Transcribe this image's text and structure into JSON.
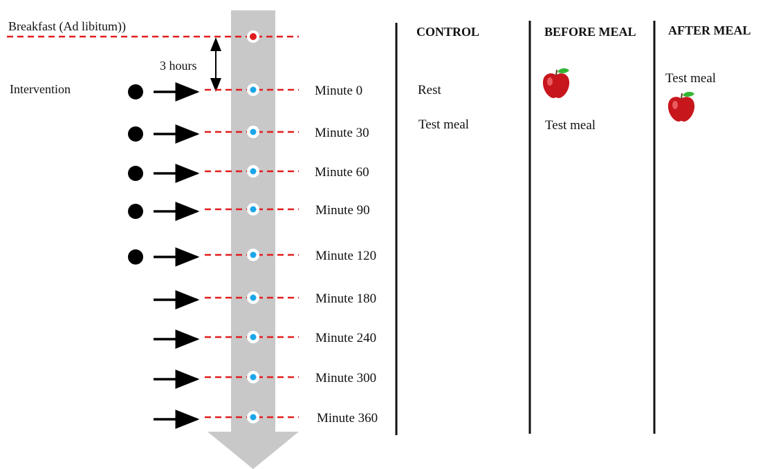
{
  "breakfast_label": "Breakfast (Ad libitum))",
  "gap_label": "3 hours",
  "intervention_label": "Intervention",
  "timepoints": [
    {
      "label": "Minute 0",
      "dot": true
    },
    {
      "label": "Minute 30",
      "dot": true
    },
    {
      "label": "Minute 60",
      "dot": true
    },
    {
      "label": "Minute 90",
      "dot": true
    },
    {
      "label": "Minute 120",
      "dot": true
    },
    {
      "label": "Minute 180",
      "dot": false
    },
    {
      "label": "Minute 240",
      "dot": false
    },
    {
      "label": "Minute 300",
      "dot": false
    },
    {
      "label": "Minute 360",
      "dot": false
    }
  ],
  "columns": [
    {
      "header": "CONTROL",
      "items": [
        "Rest",
        "Test meal"
      ]
    },
    {
      "header": "BEFORE MEAL",
      "items": [
        "Test meal"
      ],
      "apple": "apple-icon"
    },
    {
      "header": "AFTER MEAL",
      "items": [
        "Test meal"
      ],
      "apple": "apple-icon"
    }
  ],
  "colors": {
    "arrow_band": "#c8c8c8",
    "dashed_line": "#e11b1b",
    "breakfast_marker": "#e11b1b",
    "sample_marker": "#1aa7e8",
    "apple": "#c8161d",
    "leaf": "#35b534"
  }
}
